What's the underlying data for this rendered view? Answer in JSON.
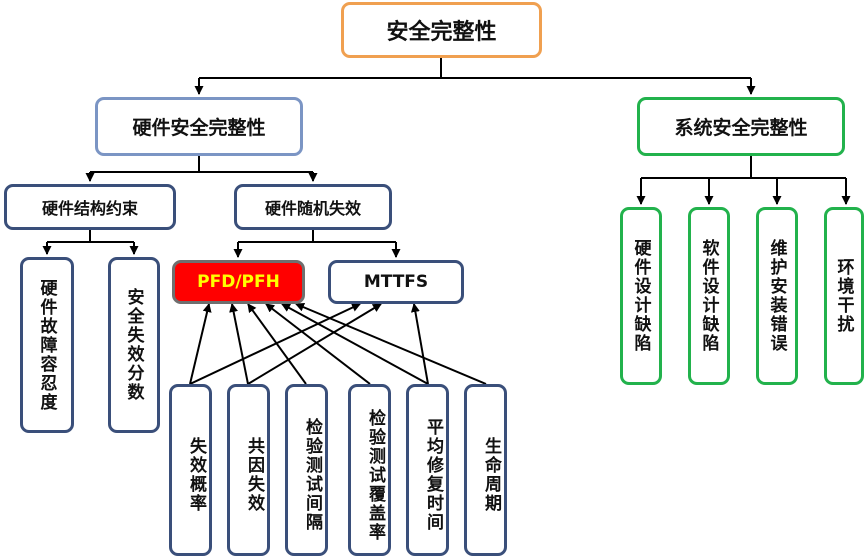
{
  "root": "安全完整性",
  "hardware": {
    "title": "硬件安全完整性",
    "constraint": {
      "title": "硬件结构约束",
      "items": [
        "硬件故障容忍度",
        "安全失效分数"
      ]
    },
    "random": {
      "title": "硬件随机失效",
      "metrics": [
        "PFD/PFH",
        "MTTFS"
      ],
      "factors": [
        "失效概率",
        "共因失效",
        "检验测试间隔",
        "检验测试覆盖率",
        "平均修复时间",
        "生命周期"
      ]
    }
  },
  "systematic": {
    "title": "系统安全完整性",
    "items": [
      "硬件设计缺陷",
      "软件设计缺陷",
      "维护安装错误",
      "环境干扰"
    ]
  },
  "colors": {
    "root_border": "#f0a050",
    "level1_border": "#7b95c4",
    "level2_border": "#3a4f7a",
    "systematic_border": "#22b24c",
    "highlight_fill": "#ff0000",
    "highlight_text": "#ffff00"
  }
}
